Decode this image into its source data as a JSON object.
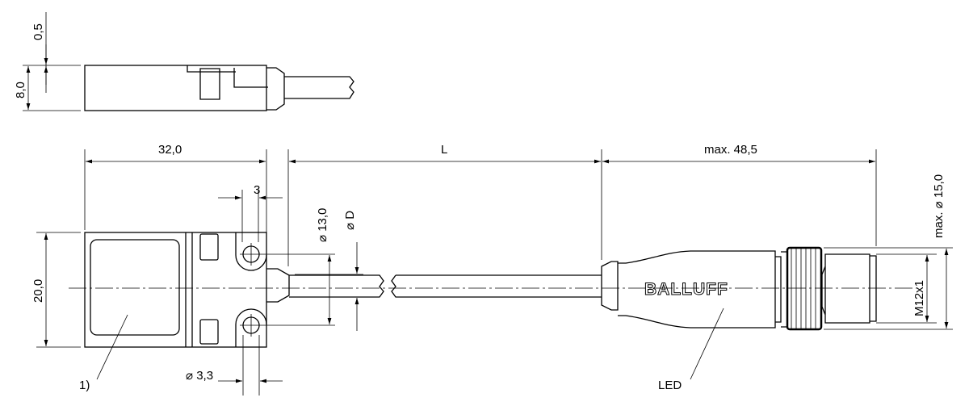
{
  "drawing": {
    "side_view": {
      "dim_thickness": "0,5",
      "dim_height": "8,0"
    },
    "front_view": {
      "dim_length": "32,0",
      "dim_cable_length": "L",
      "dim_connector_length": "max. 48,5",
      "dim_width": "20,0",
      "dim_slot": "3",
      "dim_hole_spacing": "⌀ 13,0",
      "dim_cable_diameter": "⌀ D",
      "dim_hole_diameter": "⌀ 3,3",
      "dim_connector_diameter": "max. ⌀ 15,0",
      "dim_thread": "M12x1",
      "brand": "BALLUFF",
      "callout_sensing_face": "1)",
      "callout_led": "LED"
    }
  }
}
